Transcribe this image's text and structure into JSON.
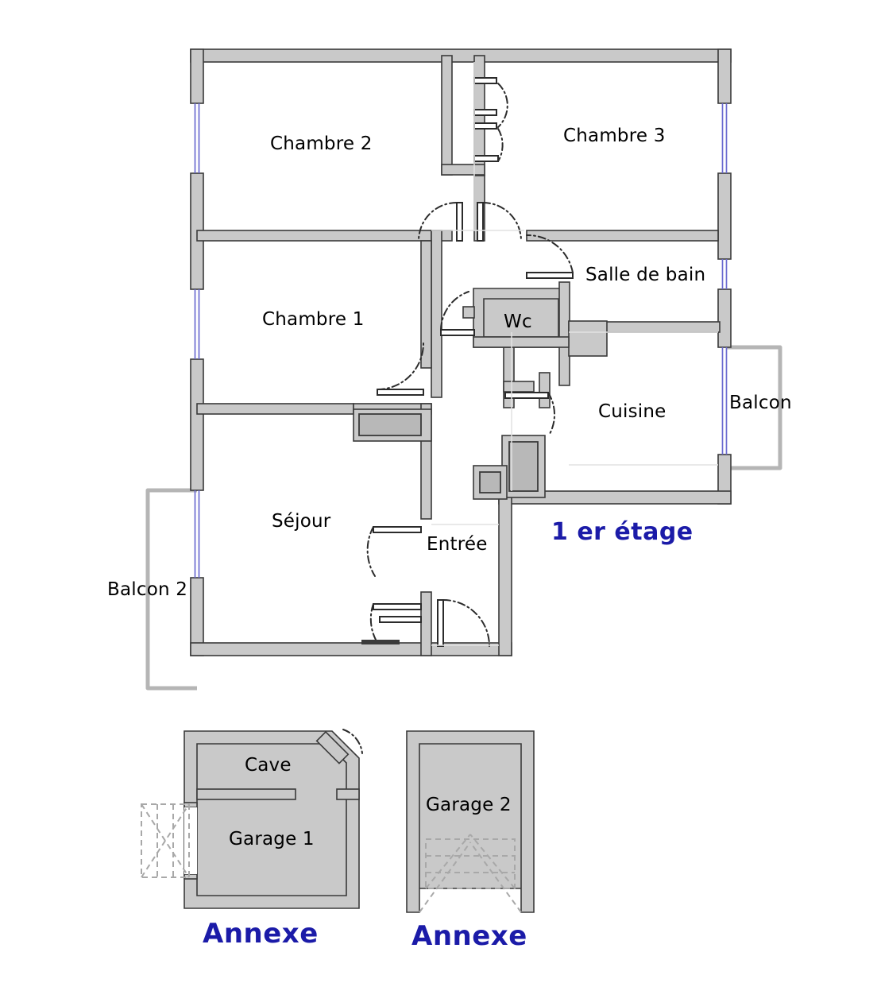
{
  "document": {
    "kind": "floor-plan",
    "background_color": "#ffffff"
  },
  "colors": {
    "wall_fill": "#c9c9c9",
    "wall_stroke": "#3a3a3a",
    "fixture_fill": "#b8b8b8",
    "window_blue": "#6a6ad0",
    "title_blue": "#1b1ba8",
    "label_black": "#000000",
    "balcony_outline": "#b5b5b5",
    "dashed_gray": "#a8a8a8",
    "door_swing": "#2b2b2b"
  },
  "levels": [
    {
      "id": "main-floor",
      "title": "1 er étage",
      "title_color": "#1b1ba8",
      "rooms": [
        {
          "id": "chambre-2",
          "label": "Chambre 2"
        },
        {
          "id": "chambre-3",
          "label": "Chambre 3"
        },
        {
          "id": "chambre-1",
          "label": "Chambre 1"
        },
        {
          "id": "salle-de-bain",
          "label": "Salle de bain"
        },
        {
          "id": "wc",
          "label": "Wc"
        },
        {
          "id": "cuisine",
          "label": "Cuisine"
        },
        {
          "id": "sejour",
          "label": "Séjour"
        },
        {
          "id": "entree",
          "label": "Entrée"
        },
        {
          "id": "balcon",
          "label": "Balcon"
        },
        {
          "id": "balcon-2",
          "label": "Balcon 2"
        }
      ]
    },
    {
      "id": "annexe-1",
      "title": "Annexe",
      "title_color": "#1b1ba8",
      "rooms": [
        {
          "id": "cave",
          "label": "Cave"
        },
        {
          "id": "garage-1",
          "label": "Garage 1"
        }
      ]
    },
    {
      "id": "annexe-2",
      "title": "Annexe",
      "title_color": "#1b1ba8",
      "rooms": [
        {
          "id": "garage-2",
          "label": "Garage 2"
        }
      ]
    }
  ],
  "labels": {
    "chambre_2": "Chambre 2",
    "chambre_3": "Chambre 3",
    "chambre_1": "Chambre 1",
    "salle_de_bain": "Salle de bain",
    "wc": "Wc",
    "cuisine": "Cuisine",
    "sejour": "Séjour",
    "entree": "Entrée",
    "balcon": "Balcon",
    "balcon_2": "Balcon 2",
    "cave": "Cave",
    "garage_1": "Garage 1",
    "garage_2": "Garage 2",
    "title_main": "1 er étage",
    "title_annexe_1": "Annexe",
    "title_annexe_2": "Annexe"
  }
}
